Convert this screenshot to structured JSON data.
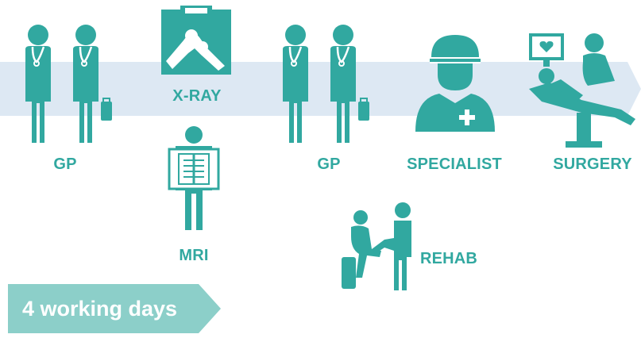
{
  "colors": {
    "teal": "#31a8a0",
    "band": "#dde8f3",
    "badge": "#8ccfc9",
    "white": "#ffffff"
  },
  "stages": [
    {
      "label": "GP",
      "icon": "two-doctors-icon"
    },
    {
      "label": "X-RAY",
      "icon": "xray-icon"
    },
    {
      "label": "MRI",
      "icon": "mri-scan-icon"
    },
    {
      "label": "GP",
      "icon": "two-doctors-icon"
    },
    {
      "label": "REHAB",
      "icon": "rehab-icon"
    },
    {
      "label": "SPECIALIST",
      "icon": "surgeon-icon"
    },
    {
      "label": "SURGERY",
      "icon": "surgery-icon"
    }
  ],
  "duration_badge": {
    "text": "4 working days"
  }
}
